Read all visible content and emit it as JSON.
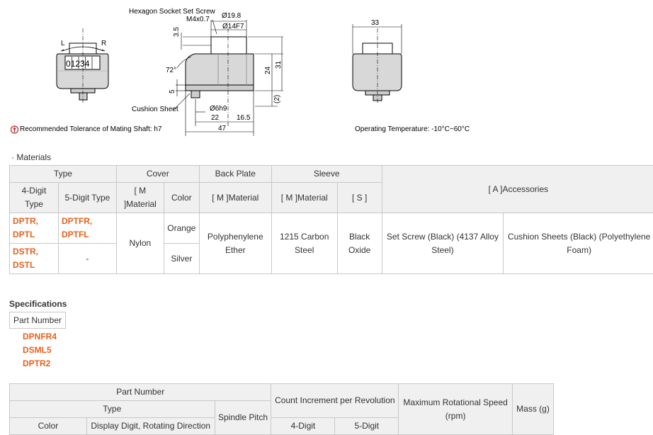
{
  "drawing": {
    "label_hex_screw": "Hexagon Socket Set Screw",
    "label_m4": "M4x0.7",
    "dim_19_8": "Ø19.8",
    "dim_14": "Ø14F7",
    "dim_3_5": "3.5",
    "dim_72": "72°",
    "dim_5": "5",
    "dim_24": "24",
    "dim_31": "31",
    "dim_2": "(2)",
    "dim_6": "Ø6h9",
    "dim_22": "22",
    "dim_16_5": "16.5",
    "dim_47": "47",
    "dim_33": "33",
    "label_cushion": "Cushion Sheet",
    "label_L": "L",
    "label_R": "R",
    "counter_digits": "01234",
    "tolerance_note": "Recommended Tolerance of Mating Shaft: h7",
    "operating_temp": "Operating Temperature: -10°C~60°C"
  },
  "materials": {
    "title": "· Materials",
    "headers": {
      "type": "Type",
      "cover": "Cover",
      "back_plate": "Back Plate",
      "sleeve": "Sleeve",
      "accessories": "[ A ]Accessories",
      "four_digit_type": "4-Digit Type",
      "five_digit_type": "5-Digit Type",
      "cover_material": "[ M ]Material",
      "color": "Color",
      "back_material": "[ M ]Material",
      "sleeve_material": "[ M ]Material",
      "sleeve_s": "[ S ]"
    },
    "rows": {
      "r1_four": "DPTR, DPTL",
      "r1_five": "DPTFR, DPTFL",
      "r2_four": "DSTR, DSTL",
      "r2_five": "-",
      "cover_material": "Nylon",
      "color_orange": "Orange",
      "color_silver": "Silver",
      "back_material": "Polyphenylene Ether",
      "sleeve_material": "1215 Carbon Steel",
      "sleeve_s": "Black Oxide",
      "acc_set_screw": "Set Screw (Black) (4137 Alloy Steel)",
      "acc_cushion": "Cushion Sheets (Black) (Polyethylene Foam)"
    }
  },
  "specifications": {
    "title": "Specifications",
    "part_number_label": "Part Number",
    "part_numbers": [
      "DPNFR4",
      "DSML5",
      "DPTR2"
    ]
  },
  "spec_table": {
    "part_number": "Part Number",
    "type": "Type",
    "color": "Color",
    "display_digit": "Display Digit, Rotating Direction",
    "spindle_pitch": "Spindle Pitch",
    "count_increment": "Count Increment per Revolution",
    "four_digit": "4-Digit",
    "five_digit": "5-Digit",
    "max_speed": "Maximum Rotational Speed (rpm)",
    "mass": "Mass (g)"
  }
}
